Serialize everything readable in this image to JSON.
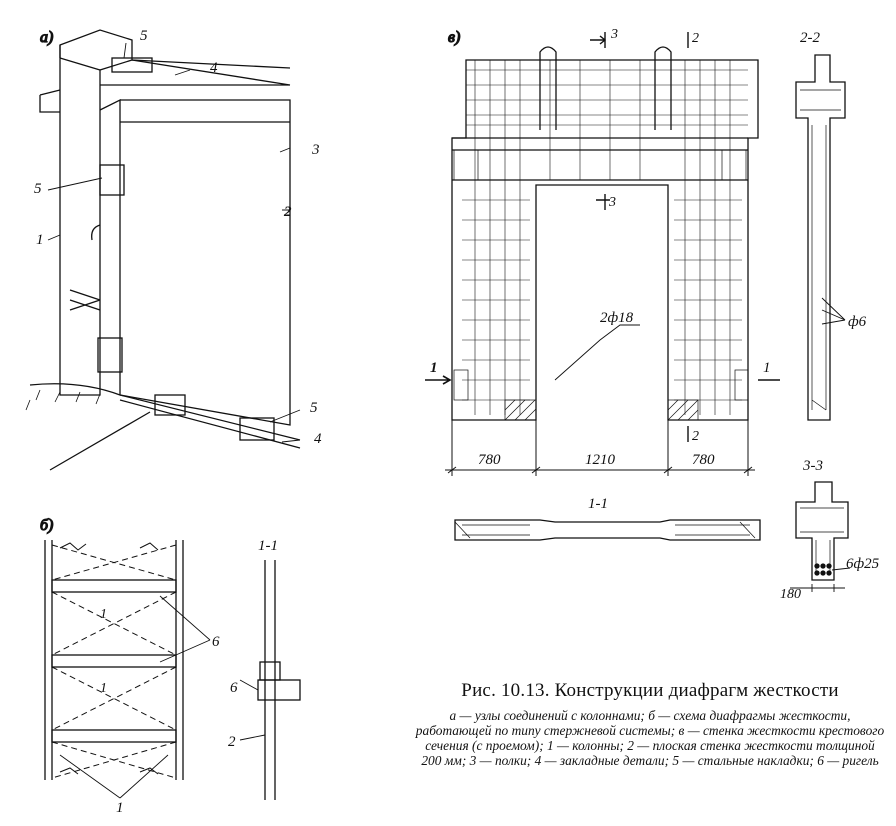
{
  "panels": {
    "a": {
      "label": "а)",
      "callouts": [
        "1",
        "2",
        "3",
        "4",
        "5",
        "5",
        "5",
        "4"
      ]
    },
    "b": {
      "label": "б)",
      "section_label": "1-1",
      "callouts": [
        "1",
        "1",
        "6",
        "1",
        "6",
        "2"
      ]
    },
    "v": {
      "label": "в)",
      "rebar_label": "2ф18",
      "dims": [
        "780",
        "1210",
        "780"
      ],
      "section_marks": [
        "3",
        "2",
        "3",
        "1",
        "1",
        "2"
      ],
      "section_1_1_title": "1-1",
      "section_2_2_title": "2-2",
      "section_2_2_rebar": "ф6",
      "section_3_3_title": "3-3",
      "section_3_3_rebar": "6ф25",
      "section_3_3_dim": "180"
    }
  },
  "caption": {
    "title": "Рис. 10.13. Конструкции диафрагм жесткости",
    "body": "а — узлы соединений с колоннами; б — схема диафрагмы жесткости, работающей по типу стержневой системы; в — стенка жесткости крестового сечения (с проемом); 1 — колонны; 2 — плоская стенка жесткости толщиной 200 мм; 3 — полки; 4 — закладные детали; 5 — стальные накладки; 6 — ригель"
  }
}
